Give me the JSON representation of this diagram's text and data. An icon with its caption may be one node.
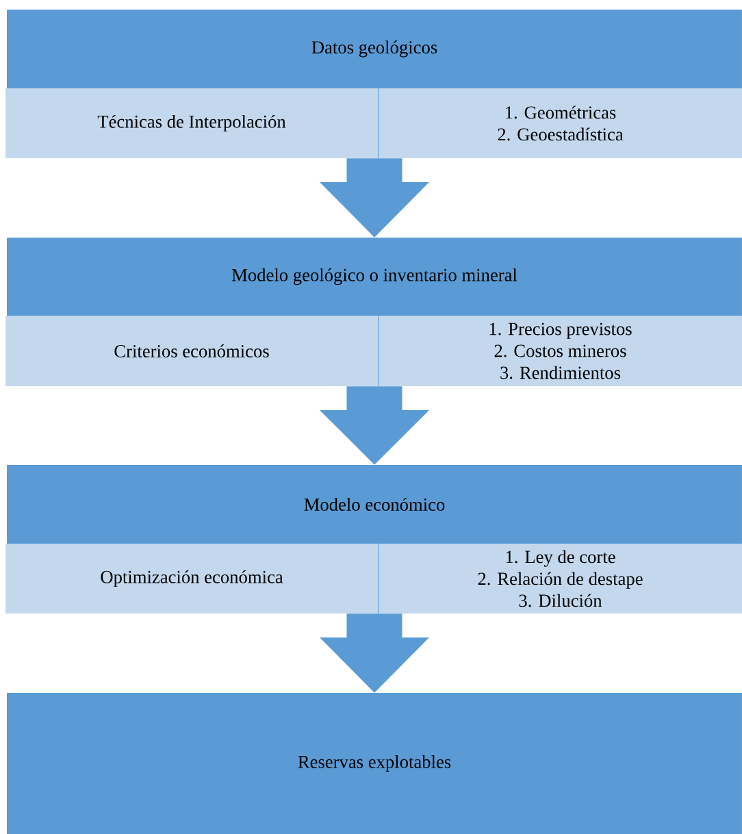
{
  "diagram": {
    "nodes": [
      {
        "text": [
          "Datos geológicos"
        ]
      },
      {
        "text": [
          "Técnicas de Interpolación"
        ],
        "in": 0
      },
      {
        "text": [
          "1. Geométricas",
          "2. Geoestadística"
        ],
        "in": 0
      },
      {
        "text": [
          "Modelo geológico o inventario mineral"
        ]
      },
      {
        "text": [
          "Criterios económicos"
        ],
        "in": 3
      },
      {
        "text": [
          "1. Precios previstos",
          "2. Costos mineros",
          "3. Rendimientos"
        ],
        "in": 3
      },
      {
        "text": [
          "Modelo económico"
        ]
      },
      {
        "text": [
          "Optimización económica"
        ],
        "in": 6
      },
      {
        "text": [
          "1. Ley de corte",
          "2. Relación de destape",
          "3. Dilución"
        ],
        "in": 6
      },
      {
        "text": [
          "Reservas explotables"
        ]
      }
    ],
    "edges": [
      {
        "from": 0,
        "to": 3,
        "arrow": "to"
      },
      {
        "from": 3,
        "to": 6,
        "arrow": "to"
      },
      {
        "from": 6,
        "to": 9,
        "arrow": "to"
      }
    ]
  }
}
